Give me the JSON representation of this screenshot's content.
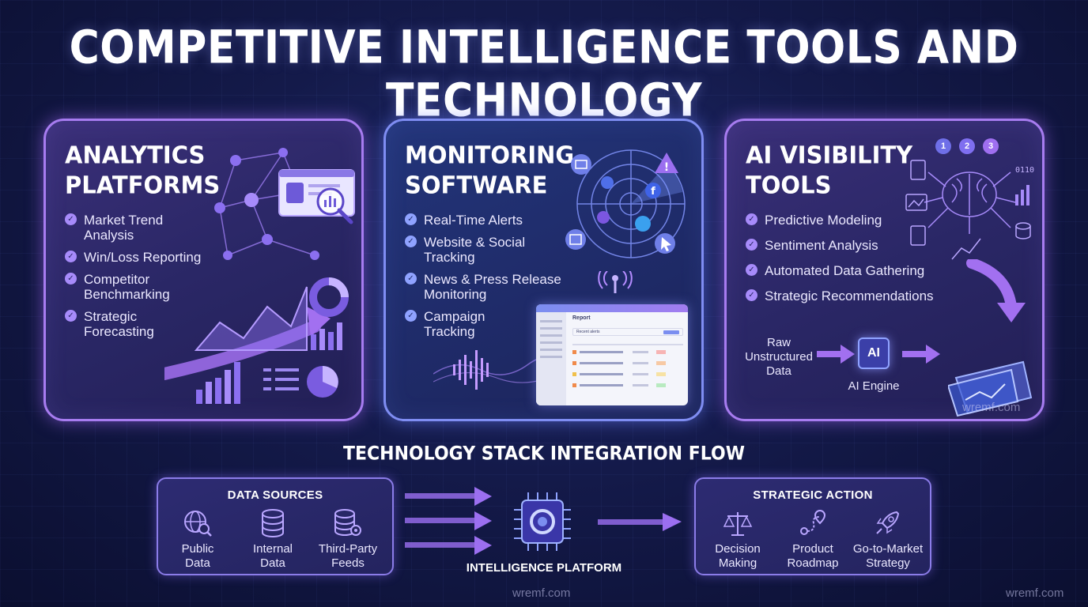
{
  "title": "COMPETITIVE INTELLIGENCE TOOLS AND TECHNOLOGY",
  "cards": [
    {
      "title_lines": [
        "ANALYTICS",
        "PLATFORMS"
      ],
      "features": [
        "Market Trend\nAnalysis",
        "Win/Loss Reporting",
        "Competitor\nBenchmarking",
        "Strategic\nForecasting"
      ]
    },
    {
      "title_lines": [
        "MONITORING",
        "SOFTWARE"
      ],
      "features": [
        "Real-Time Alerts",
        "Website & Social\nTracking",
        "News & Press Release\nMonitoring",
        "Campaign\nTracking"
      ],
      "report": {
        "header": "Report",
        "subheader": "Recent alerts"
      }
    },
    {
      "title_lines": [
        "AI VISIBILITY",
        "TOOLS"
      ],
      "features": [
        "Predictive Modeling",
        "Sentiment Analysis",
        "Automated Data Gathering",
        "Strategic Recommendations"
      ],
      "badges": [
        "1",
        "2",
        "3"
      ],
      "flow": {
        "input": "Raw\nUnstructured\nData",
        "engine_badge": "AI",
        "engine": "AI Engine"
      },
      "watermark": "wremf.com"
    }
  ],
  "flow": {
    "title": "TECHNOLOGY STACK INTEGRATION FLOW",
    "sources": {
      "title": "DATA SOURCES",
      "items": [
        {
          "label": "Public\nData",
          "icon": "globe-search-icon"
        },
        {
          "label": "Internal\nData",
          "icon": "database-icon"
        },
        {
          "label": "Third-Party\nFeeds",
          "icon": "database-gear-icon"
        }
      ]
    },
    "platform": "INTELLIGENCE PLATFORM",
    "actions": {
      "title": "STRATEGIC ACTION",
      "items": [
        {
          "label": "Decision\nMaking",
          "icon": "scales-icon"
        },
        {
          "label": "Product\nRoadmap",
          "icon": "roadmap-icon"
        },
        {
          "label": "Go-to-Market\nStrategy",
          "icon": "rocket-icon"
        }
      ]
    }
  },
  "watermarks": [
    "wremf.com",
    "wremf.com"
  ],
  "colors": {
    "accent_purple": "#a77cf0",
    "accent_blue": "#7f8df2",
    "background": "#141a4a"
  }
}
